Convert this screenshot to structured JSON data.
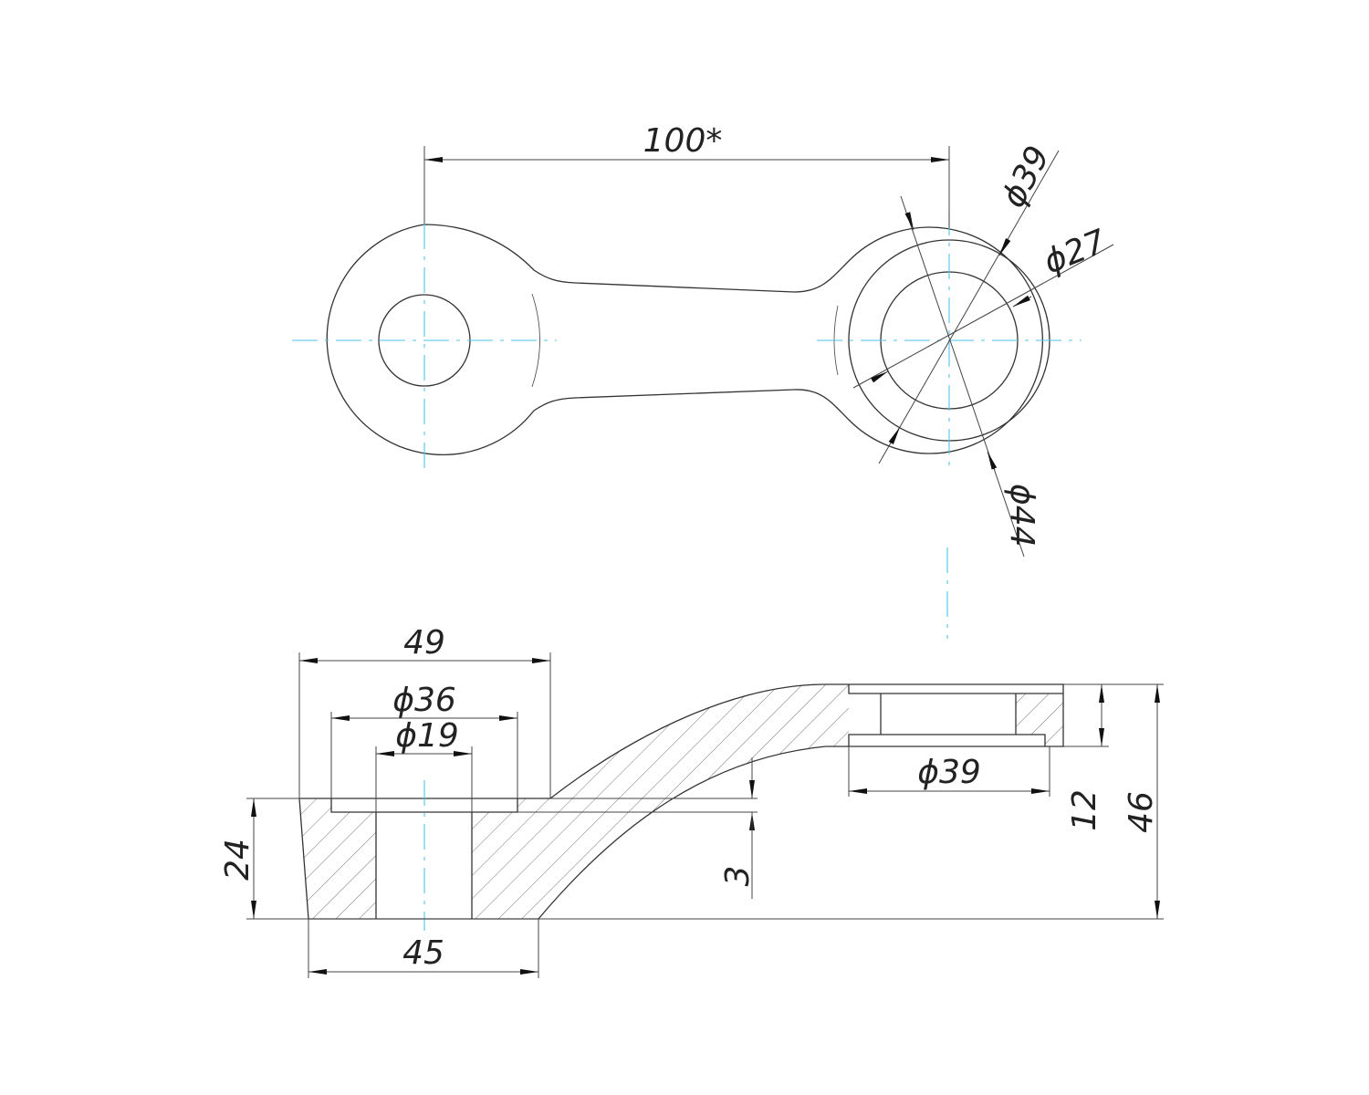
{
  "title": "Spider arm fitting drawing",
  "top_view": {
    "dims": {
      "center_distance": "100*",
      "d39": "ϕ39",
      "d27": "ϕ27",
      "d44": "ϕ44"
    }
  },
  "section_view": {
    "dims": {
      "width_49": "49",
      "d36": "ϕ36",
      "d19": "ϕ19",
      "height_24": "24",
      "width_45": "45",
      "gap_3": "3",
      "d39": "ϕ39",
      "height_12": "12",
      "height_46": "46"
    }
  },
  "colors": {
    "line": "#333333",
    "centerline": "#4fc3e8"
  }
}
